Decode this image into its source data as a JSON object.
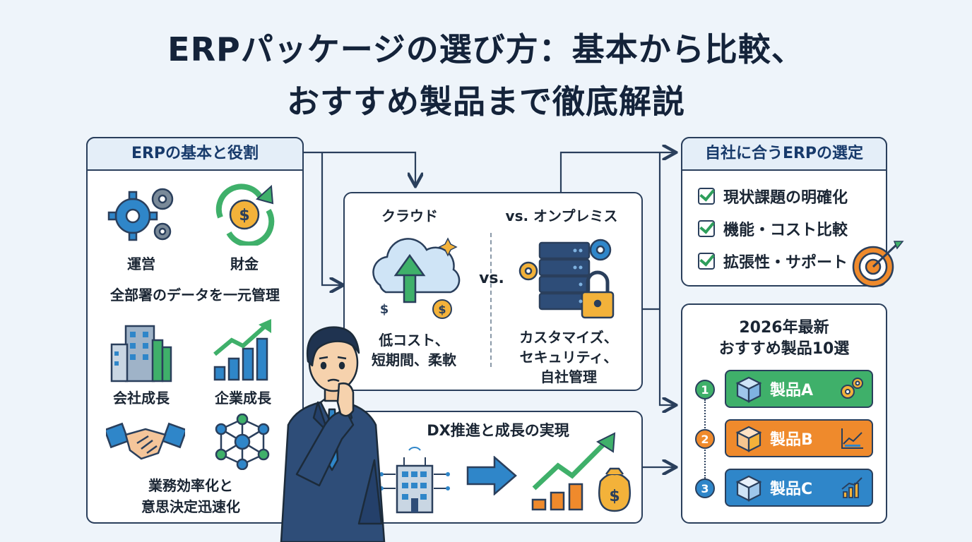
{
  "title": {
    "line1": "ERPパッケージの選び方：基本から比較、",
    "line2": "おすすめ製品まで徹底解説"
  },
  "left_panel": {
    "header": "ERPの基本と役割",
    "ops_label": "運営",
    "finance_label": "財金",
    "all_departments": "全部署のデータを一元管理",
    "company_growth": "会社成長",
    "enterprise_growth": "企業成長",
    "efficiency_line1": "業務効率化と",
    "efficiency_line2": "意思決定迅速化"
  },
  "compare_panel": {
    "cloud_title": "クラウド",
    "vs_title": "vs. オンプレミス",
    "vs_center": "vs.",
    "cloud_desc1": "低コスト、",
    "cloud_desc2": "短期間、柔軟",
    "onprem_desc1": "カスタマイズ、",
    "onprem_desc2": "セキュリティ、",
    "onprem_desc3": "自社管理",
    "dollar_sign": "$"
  },
  "dx_panel": {
    "title": "DX推進と成長の実現"
  },
  "select_panel": {
    "header": "自社に合うERPの選定",
    "items": [
      "現状課題の明確化",
      "機能・コスト比較",
      "拡張性・サポート"
    ]
  },
  "products_panel": {
    "title_line1": "2026年最新",
    "title_line2": "おすすめ製品10選",
    "products": [
      {
        "num": "1",
        "name": "製品A",
        "color": "#3fb06a"
      },
      {
        "num": "2",
        "name": "製品B",
        "color": "#ef8a2c"
      },
      {
        "num": "3",
        "name": "製品C",
        "color": "#2f86c9"
      }
    ]
  },
  "colors": {
    "accent_blue": "#2f86c9",
    "accent_green": "#3fb06a",
    "accent_orange": "#ef8a2c",
    "outline": "#2a3f5c"
  },
  "icons": [
    "gears-icon",
    "dollar-cycle-icon",
    "building-icon",
    "bar-growth-icon",
    "handshake-icon",
    "network-icon",
    "cloud-upload-icon",
    "server-lock-icon",
    "smart-building-icon",
    "arrow-right-icon",
    "growth-money-icon",
    "target-icon",
    "box-icon",
    "businessman-illustration"
  ]
}
